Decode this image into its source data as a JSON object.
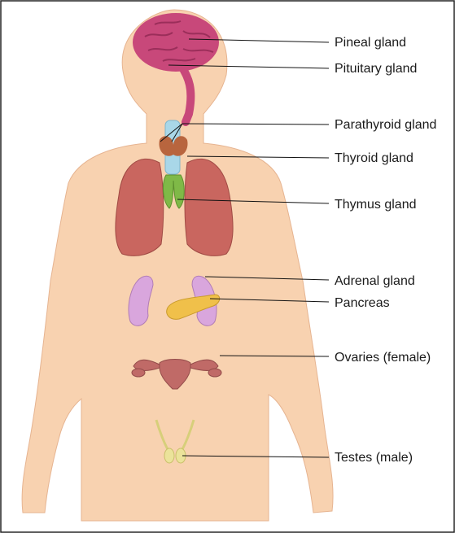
{
  "labels": {
    "pineal": "Pineal gland",
    "pituitary": "Pituitary gland",
    "parathyroid": "Parathyroid gland",
    "thyroid": "Thyroid gland",
    "thymus": "Thymus gland",
    "adrenal": "Adrenal gland",
    "pancreas": "Pancreas",
    "ovaries": "Ovaries (female)",
    "testes": "Testes (male)"
  },
  "colors": {
    "skin": "#f8d2b0",
    "skin_edge": "#e0a985",
    "brain": "#c8487a",
    "lung": "#c9665f",
    "thyroid": "#b8653e",
    "trachea": "#a9d7e8",
    "thymus": "#7fb947",
    "kidney": "#d9a6dd",
    "pancreas": "#f0c04a",
    "uterus": "#c06a67",
    "testes": "#ebe39a"
  }
}
